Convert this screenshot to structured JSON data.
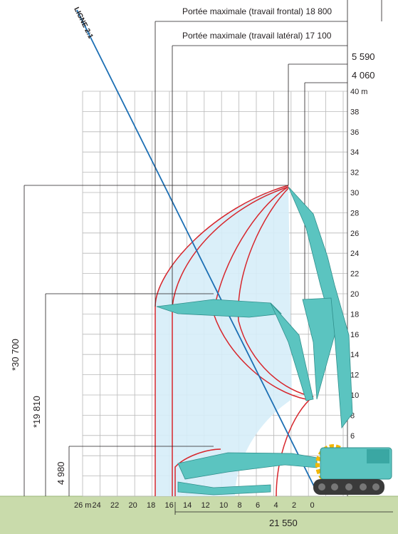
{
  "dimensions": {
    "max_reach_frontal": "Portée maximale (travail frontal) 18 800",
    "max_reach_lateral": "Portée maximale (travail latéral) 17 100",
    "offset_a": "5 590",
    "offset_b": "4 060",
    "height_max": "*30 700",
    "height_mid": "*19 810",
    "height_low": "4 980",
    "bottom_width": "21 550"
  },
  "diagonal_label": "LIGNE 2:1",
  "y_axis": {
    "unit": "m",
    "ticks": [
      "40 m",
      "38",
      "36",
      "34",
      "32",
      "30",
      "28",
      "26",
      "24",
      "22",
      "20",
      "18",
      "16",
      "14",
      "12",
      "10",
      "8",
      "6"
    ]
  },
  "x_axis": {
    "ticks": [
      "26 m",
      "24",
      "22",
      "20",
      "18",
      "16",
      "14",
      "12",
      "10",
      "8",
      "6",
      "4",
      "2",
      "0"
    ]
  },
  "colors": {
    "grid": "#b8b8b8",
    "envelope_fill": "#d6edf8",
    "envelope_line": "#d7262c",
    "diagonal": "#1c6fb4",
    "machine": "#5bc4c0",
    "machine_dark": "#2f8f8c",
    "ground": "#c9dbab",
    "ground_line": "#9ab77a"
  },
  "machine_icon": "excavator-icon"
}
